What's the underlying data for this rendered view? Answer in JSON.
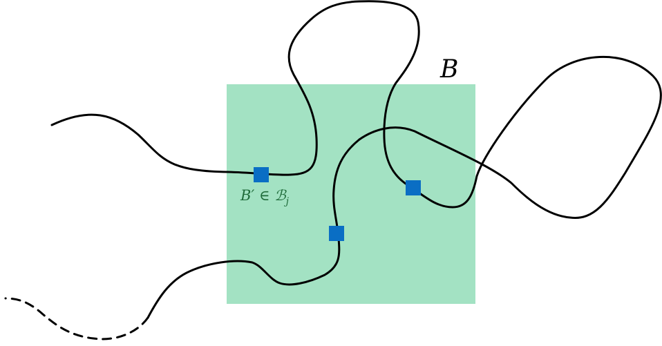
{
  "colors": {
    "box_fill": "#a3e2c3",
    "curve_stroke": "#000000",
    "marker_fill": "#0a6ec4",
    "sub_label_color": "#1f6b3a",
    "box_label_color": "#000000"
  },
  "labels": {
    "box_label": "B",
    "sub_box": {
      "base": "B",
      "prime": "′",
      "relation": " ∈ ",
      "family": "ℬ",
      "subscript": "j"
    }
  },
  "markers": {
    "count": 3,
    "shape": "square"
  }
}
